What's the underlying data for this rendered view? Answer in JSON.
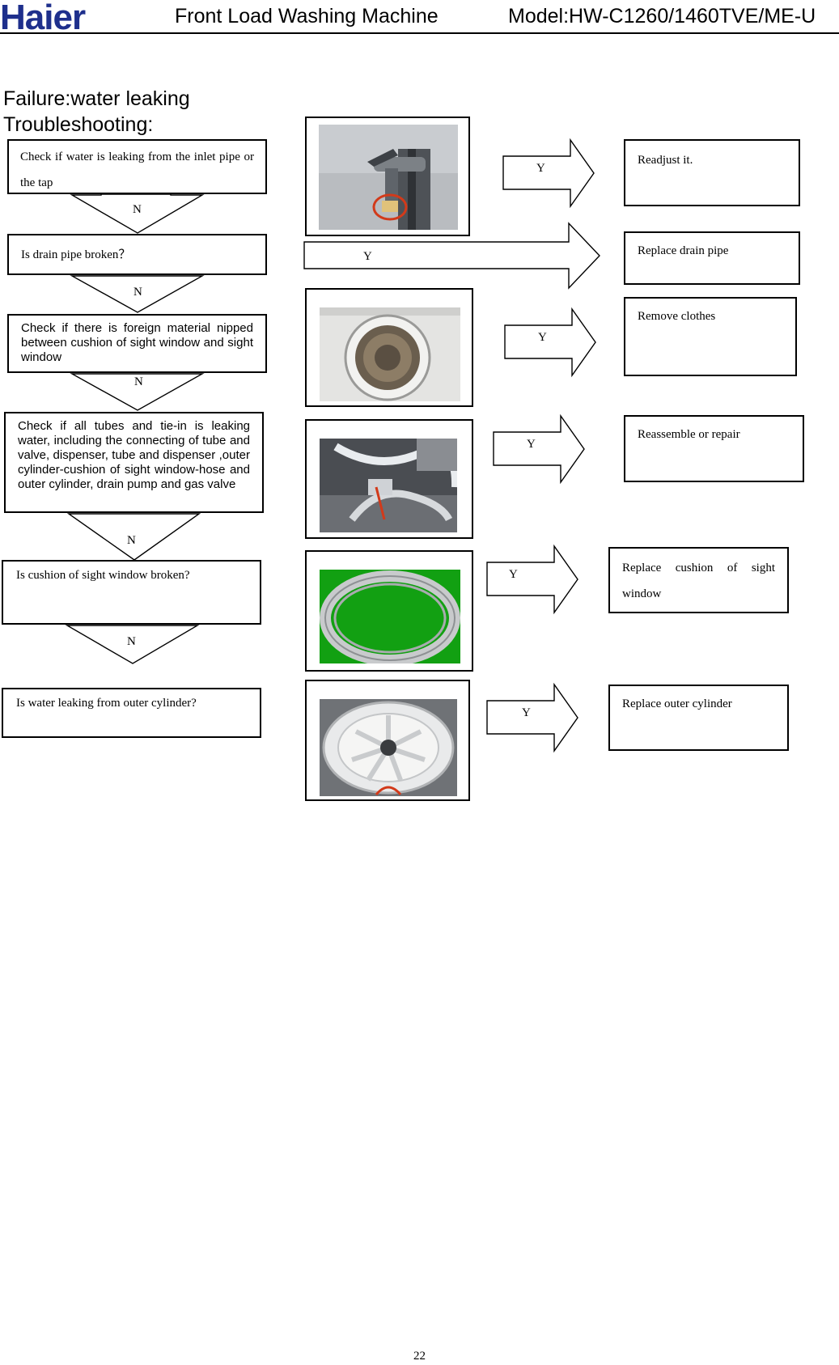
{
  "header": {
    "brand": "Haier",
    "title": "Front Load Washing Machine",
    "model": "Model:HW-C1260/1460TVE/ME-U"
  },
  "section": {
    "failure": "Failure:water leaking",
    "troubleshooting": "Troubleshooting:"
  },
  "steps": [
    {
      "question": "Check if water is leaking from the inlet pipe or the tap",
      "answer": "Readjust it."
    },
    {
      "question": "Is drain pipe broken？",
      "answer": "Replace drain pipe"
    },
    {
      "question": "Check if there is foreign material nipped between cushion of sight window and sight window",
      "answer": "Remove clothes"
    },
    {
      "question": "Check if all tubes and tie-in is leaking water, including the connecting of tube and valve, dispenser, tube and dispenser ,outer cylinder-cushion of sight window-hose and outer cylinder, drain pump and  gas valve",
      "answer": "Reassemble or repair"
    },
    {
      "question": "Is cushion of sight window broken?",
      "answer": "Replace cushion of sight window"
    },
    {
      "question": "Is water leaking from outer cylinder?",
      "answer": "Replace outer cylinder"
    }
  ],
  "labels": {
    "yes": "Y",
    "no": "N"
  },
  "photos": [
    "inlet-tap-photo",
    "sight-window-photo",
    "tubes-photo",
    "cushion-photo",
    "outer-cylinder-photo"
  ],
  "page_number": "22",
  "colors": {
    "brand": "#1e2f8c",
    "highlight": "#d23a1a",
    "cushion_bg": "#12a012"
  }
}
